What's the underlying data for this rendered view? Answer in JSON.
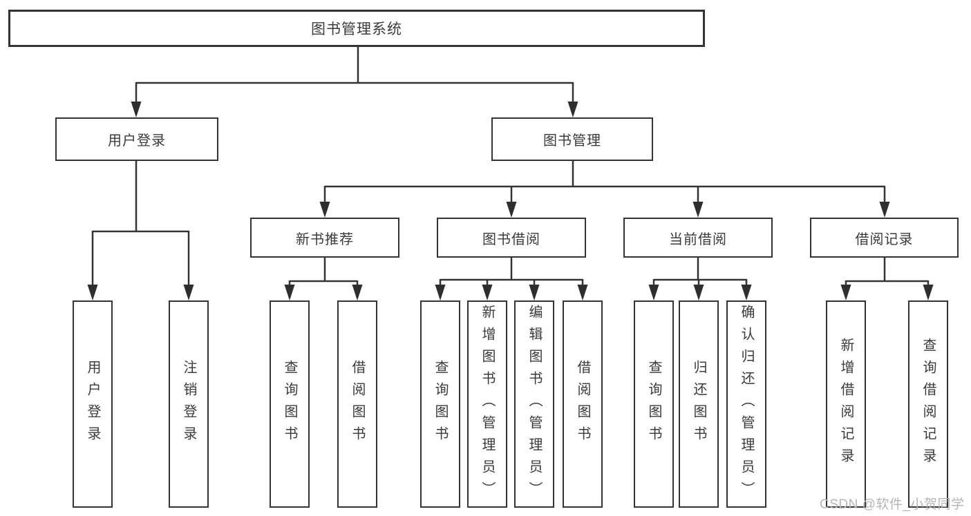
{
  "diagram": {
    "root": {
      "label": "图书管理系统"
    },
    "branches": [
      {
        "label": "用户登录",
        "leaves": [
          {
            "label": "用户登录"
          },
          {
            "label": "注销登录"
          }
        ]
      },
      {
        "label": "图书管理",
        "groups": [
          {
            "label": "新书推荐",
            "leaves": [
              {
                "label": "查询图书"
              },
              {
                "label": "借阅图书"
              }
            ]
          },
          {
            "label": "图书借阅",
            "leaves": [
              {
                "label": "查询图书"
              },
              {
                "label": "新增图书（管理员）"
              },
              {
                "label": "编辑图书（管理员）"
              },
              {
                "label": "借阅图书"
              }
            ]
          },
          {
            "label": "当前借阅",
            "leaves": [
              {
                "label": "查询图书"
              },
              {
                "label": "归还图书"
              },
              {
                "label": "确认归还（管理员）"
              }
            ]
          },
          {
            "label": "借阅记录",
            "leaves": [
              {
                "label": "新增借阅记录"
              },
              {
                "label": "查询借阅记录"
              }
            ]
          }
        ]
      }
    ]
  },
  "watermark": {
    "text": "CSDN @软件_小贺同学"
  },
  "colors": {
    "line": "#333333",
    "arrow": "#2e2e2e",
    "border": "#333333",
    "text": "#3a3a3a",
    "background": "#ffffff",
    "watermark": "#b5b5b5"
  }
}
